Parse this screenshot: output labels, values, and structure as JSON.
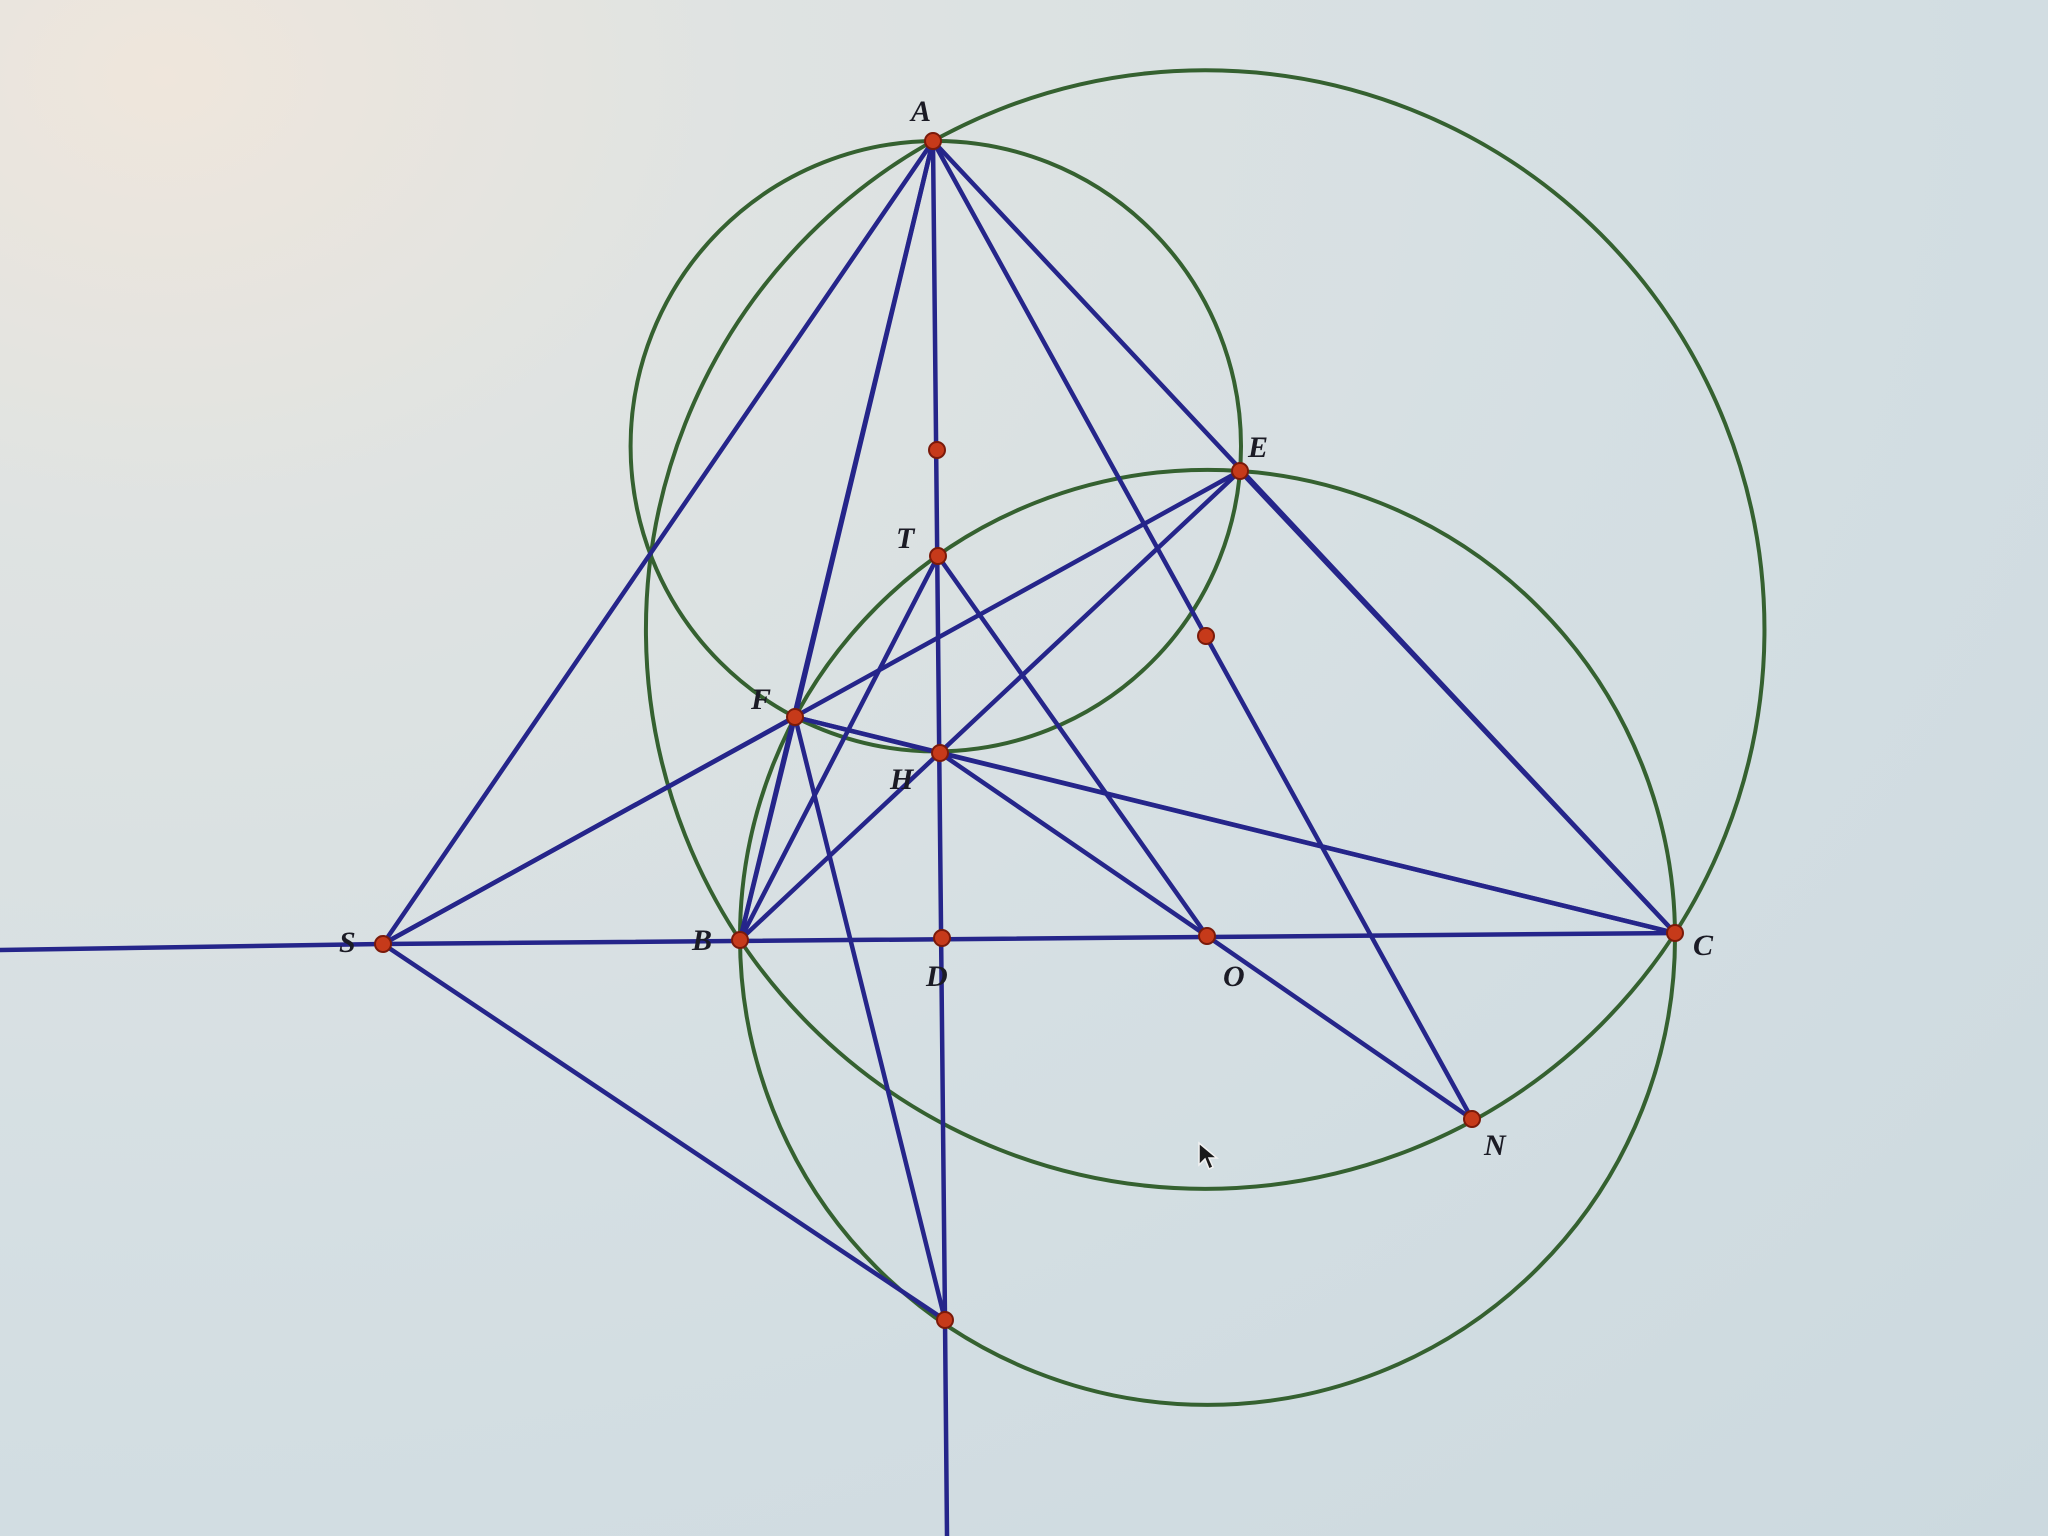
{
  "style": {
    "line_color": "#25258a",
    "circle_color": "#356130",
    "point_fill": "#c63a1a",
    "point_stroke": "#7a1a0a",
    "label_color": "#1b1b25"
  },
  "points": [
    {
      "id": "A",
      "label": "A"
    },
    {
      "id": "E",
      "label": "E"
    },
    {
      "id": "T",
      "label": "T"
    },
    {
      "id": "F",
      "label": "F"
    },
    {
      "id": "H",
      "label": "H"
    },
    {
      "id": "S",
      "label": "S"
    },
    {
      "id": "B",
      "label": "B"
    },
    {
      "id": "D",
      "label": "D"
    },
    {
      "id": "O",
      "label": "O"
    },
    {
      "id": "C",
      "label": "C"
    },
    {
      "id": "N",
      "label": "N"
    },
    {
      "id": "P",
      "label": ""
    },
    {
      "id": "M",
      "label": ""
    },
    {
      "id": "Q",
      "label": ""
    }
  ],
  "segments": [
    [
      "A",
      "B"
    ],
    [
      "A",
      "C"
    ],
    [
      "A",
      "S"
    ],
    [
      "A",
      "F"
    ],
    [
      "A",
      "N"
    ],
    [
      "A",
      "X"
    ],
    [
      "S",
      "W"
    ],
    [
      "S",
      "C"
    ],
    [
      "S",
      "E"
    ],
    [
      "S",
      "F"
    ],
    [
      "S",
      "X"
    ],
    [
      "B",
      "E"
    ],
    [
      "B",
      "T"
    ],
    [
      "B",
      "F"
    ],
    [
      "F",
      "H"
    ],
    [
      "F",
      "C"
    ],
    [
      "F",
      "X"
    ],
    [
      "T",
      "O"
    ],
    [
      "H",
      "O"
    ],
    [
      "H",
      "C"
    ],
    [
      "O",
      "N"
    ],
    [
      "E",
      "C"
    ],
    [
      "X",
      "Y"
    ]
  ],
  "circles": [
    {
      "id": "circle-abc",
      "through": [
        "A",
        "B",
        "C"
      ]
    },
    {
      "id": "circle-aefh",
      "through": [
        "A",
        "E",
        "F"
      ]
    },
    {
      "id": "circle-becf",
      "through": [
        "B",
        "E",
        "C"
      ]
    }
  ]
}
